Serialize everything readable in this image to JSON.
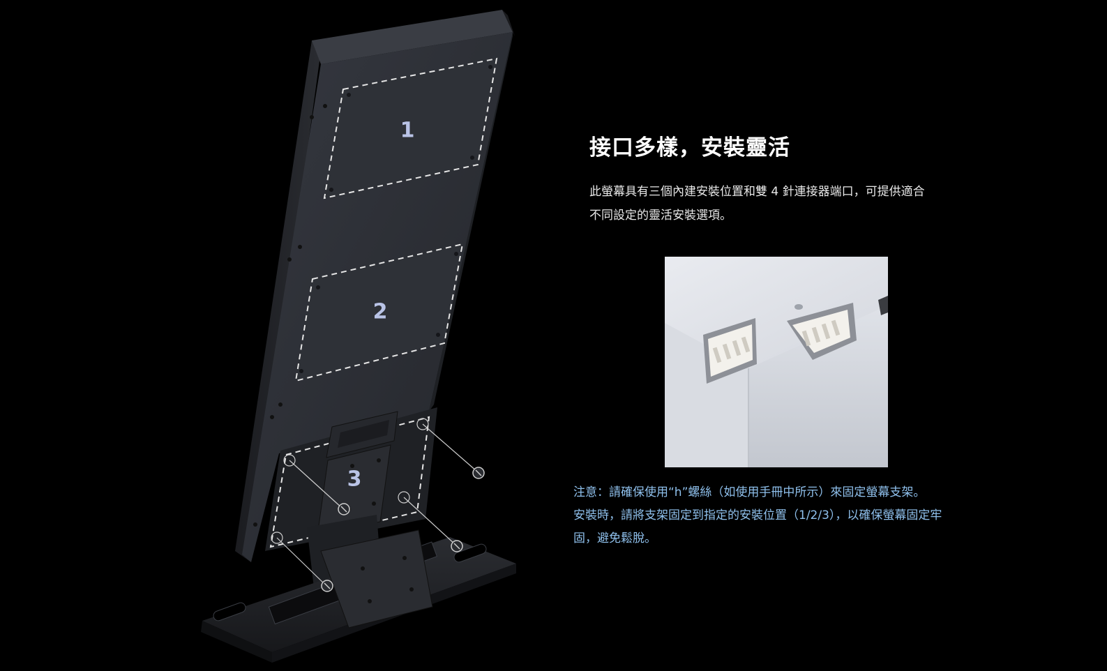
{
  "illustration": {
    "zones": [
      {
        "number": "1"
      },
      {
        "number": "2"
      },
      {
        "number": "3"
      }
    ]
  },
  "section": {
    "title": "接口多樣，安裝靈活",
    "description_lines": [
      "此螢幕具有三個內建安裝位置和雙 4 針連接器端口，可提供適合",
      "不同設定的靈活安裝選項。"
    ]
  },
  "note": {
    "lines": [
      "注意：請確保使用“h”螺絲（如使用手冊中所示）來固定螢幕支架。",
      "安裝時，請將支架固定到指定的安裝位置（1/2/3），以確保螢幕固定牢",
      "固，避免鬆脫。"
    ]
  },
  "colors": {
    "background": "#000000",
    "title": "#ffffff",
    "body_text": "#e8e8e8",
    "note_text": "#8fc0ec",
    "panel": "#2c2f35",
    "zone_label": "#b9c3e6"
  }
}
